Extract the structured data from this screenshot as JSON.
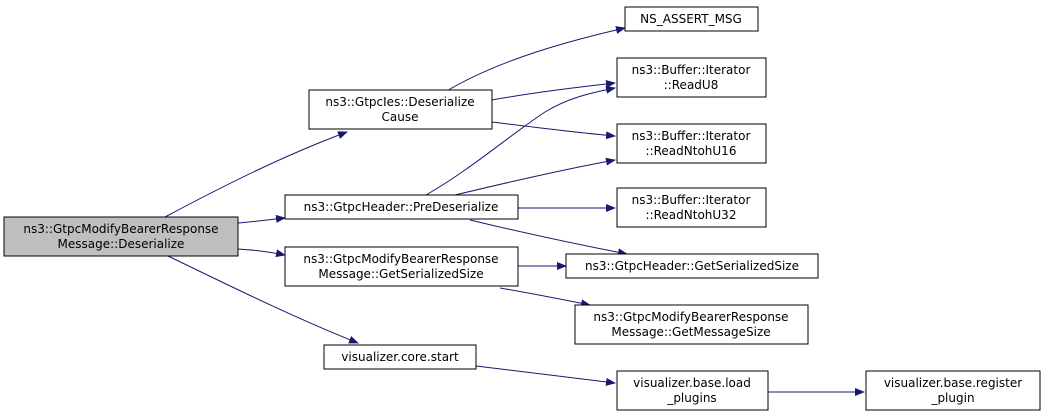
{
  "colors": {
    "edge": "#191970",
    "node_border": "#000000",
    "node_fill": "#ffffff",
    "root_fill": "#bfbfbf"
  },
  "nodes": {
    "root": {
      "lines": [
        "ns3::GtpcModifyBearerResponse",
        "Message::Deserialize"
      ]
    },
    "deserialize_cause": {
      "lines": [
        "ns3::GtpcIes::Deserialize",
        "Cause"
      ]
    },
    "pre_deserialize": {
      "lines": [
        "ns3::GtpcHeader::PreDeserialize"
      ]
    },
    "get_serialized_size_msg": {
      "lines": [
        "ns3::GtpcModifyBearerResponse",
        "Message::GetSerializedSize"
      ]
    },
    "visualizer_core_start": {
      "lines": [
        "visualizer.core.start"
      ]
    },
    "ns_assert_msg": {
      "lines": [
        "NS_ASSERT_MSG"
      ]
    },
    "read_u8": {
      "lines": [
        "ns3::Buffer::Iterator",
        "::ReadU8"
      ]
    },
    "read_ntoh_u16": {
      "lines": [
        "ns3::Buffer::Iterator",
        "::ReadNtohU16"
      ]
    },
    "read_ntoh_u32": {
      "lines": [
        "ns3::Buffer::Iterator",
        "::ReadNtohU32"
      ]
    },
    "header_get_serialized_size": {
      "lines": [
        "ns3::GtpcHeader::GetSerializedSize"
      ]
    },
    "get_message_size": {
      "lines": [
        "ns3::GtpcModifyBearerResponse",
        "Message::GetMessageSize"
      ]
    },
    "load_plugins": {
      "lines": [
        "visualizer.base.load",
        "_plugins"
      ]
    },
    "register_plugin": {
      "lines": [
        "visualizer.base.register",
        "_plugin"
      ]
    }
  },
  "edges": [
    {
      "from": "root",
      "to": "deserialize_cause"
    },
    {
      "from": "root",
      "to": "pre_deserialize"
    },
    {
      "from": "root",
      "to": "get_serialized_size_msg"
    },
    {
      "from": "root",
      "to": "visualizer_core_start"
    },
    {
      "from": "deserialize_cause",
      "to": "ns_assert_msg"
    },
    {
      "from": "deserialize_cause",
      "to": "read_u8"
    },
    {
      "from": "deserialize_cause",
      "to": "read_ntoh_u16"
    },
    {
      "from": "pre_deserialize",
      "to": "read_u8"
    },
    {
      "from": "pre_deserialize",
      "to": "read_ntoh_u16"
    },
    {
      "from": "pre_deserialize",
      "to": "read_ntoh_u32"
    },
    {
      "from": "pre_deserialize",
      "to": "header_get_serialized_size"
    },
    {
      "from": "get_serialized_size_msg",
      "to": "header_get_serialized_size"
    },
    {
      "from": "get_serialized_size_msg",
      "to": "get_message_size"
    },
    {
      "from": "visualizer_core_start",
      "to": "load_plugins"
    },
    {
      "from": "load_plugins",
      "to": "register_plugin"
    }
  ]
}
